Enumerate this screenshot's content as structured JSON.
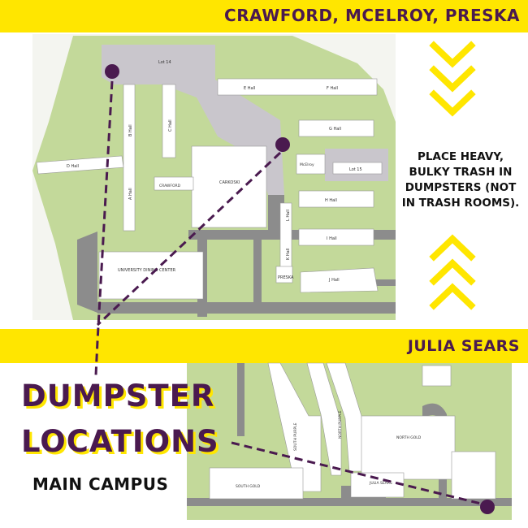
{
  "banners": {
    "top": "CRAWFORD, MCELROY, PRESKA",
    "middle": "JULIA SEARS"
  },
  "note": [
    "PLACE HEAVY,",
    "BULKY TRASH IN",
    "DUMPSTERS (NOT",
    "IN TRASH ROOMS)."
  ],
  "headline": {
    "line1": "DUMPSTER",
    "line2": "LOCATIONS",
    "subtitle": "MAIN CAMPUS"
  },
  "map_north": {
    "labels": {
      "lot14": "Lot 14",
      "ehall": "E Hall",
      "fhall": "F Hall",
      "bhall": "B Hall",
      "chall": "C Hall",
      "ghall": "G Hall",
      "dhall": "D Hall",
      "mcelroy": "McElroy",
      "lot15": "Lot 15",
      "ahall": "A Hall",
      "crawford": "CRAWFORD",
      "carkoski": "CARKOSKI",
      "hhall": "H Hall",
      "lhall": "L Hall",
      "ihall": "I Hall",
      "unidining": "UNIVERSITY DINING CENTER",
      "khall": "K Hall",
      "preska": "PRESKA",
      "jhall": "J Hall"
    }
  },
  "map_south": {
    "labels": {
      "southpurple": "SOUTH PURPLE",
      "northpurple": "NORTH PURPLE",
      "northgold": "NORTH GOLD",
      "juliasears": "JULIA SEARS",
      "southgold": "SOUTH GOLD"
    }
  },
  "colors": {
    "yellow": "#ffe600",
    "purple": "#4a1a4f",
    "grass": "#c3d99a",
    "road": "#8c8c8c",
    "parking": "#c9c6cc"
  }
}
